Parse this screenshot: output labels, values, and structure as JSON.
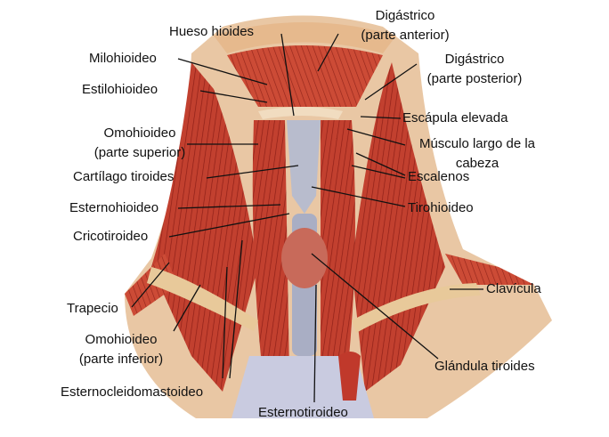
{
  "labels": {
    "hyoid": "Hueso hioides",
    "digastric_anterior": [
      "Digástrico",
      "(parte anterior)"
    ],
    "mylohyoid": "Milohioideo",
    "digastric_posterior": [
      "Digástrico",
      "(parte posterior)"
    ],
    "stylohyoid": "Estilohioideo",
    "levator_scapulae": "Escápula elevada",
    "omohyoid_superior": [
      "Omohioideo",
      "(parte superior)"
    ],
    "longus_capitis": [
      "Músculo largo de la",
      "cabeza"
    ],
    "thyroid_cartilage": "Cartílago tiroides",
    "scalenes": "Escalenos",
    "sternohyoid": "Esternohioideo",
    "thyrohyoid": "Tirohioideo",
    "cricothyroid": "Cricotiroideo",
    "clavicle": "Clavícula",
    "trapezius": "Trapecio",
    "omohyoid_inferior": [
      "Omohioideo",
      "(parte inferior)"
    ],
    "thyroid_gland": "Glándula tiroides",
    "sternocleidomastoid": "Esternocleidomastoideo",
    "sternothyroid": "Esternotiroideo"
  },
  "colors": {
    "muscle": "#c0392b",
    "muscle_dark": "#8e1f17",
    "bone": "#e8c99a",
    "cartilage": "#b8bccd",
    "skin": "#e9c7a4"
  }
}
